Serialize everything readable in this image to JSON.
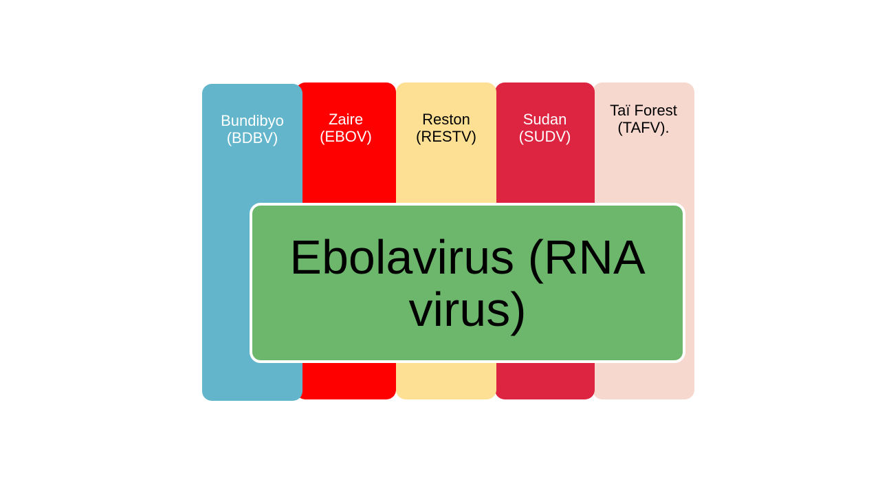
{
  "columns": [
    {
      "label": "Bundibyo (BDBV)",
      "bg": "#62b5cb",
      "fg": "#ffffff"
    },
    {
      "label": "Zaire (EBOV)",
      "bg": "#ff0000",
      "fg": "#ffffff"
    },
    {
      "label": "Reston (RESTV)",
      "bg": "#fde093",
      "fg": "#000000"
    },
    {
      "label": "Sudan (SUDV)",
      "bg": "#dd2440",
      "fg": "#ffffff"
    },
    {
      "label": "Taï Forest (TAFV).",
      "bg": "#f6d8cf",
      "fg": "#000000"
    }
  ],
  "center": {
    "label": "Ebolavirus (RNA virus)",
    "bg": "#6cb76c",
    "fg": "#000000"
  }
}
